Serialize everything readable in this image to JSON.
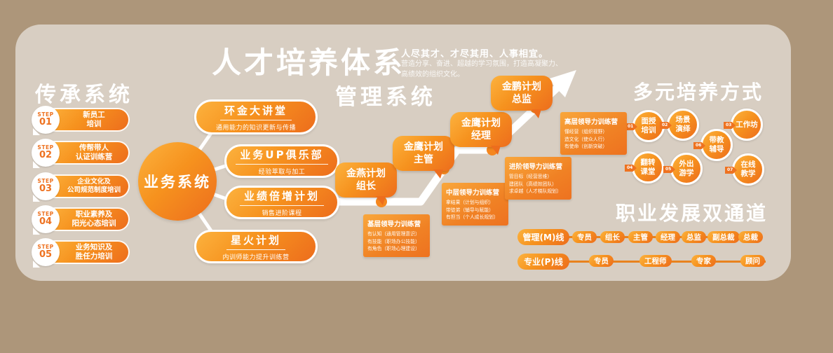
{
  "title": {
    "main": "人才培养体系",
    "tagline": "人尽其才、才尽其用、人事相宜。",
    "sub1": "营造分享、奋进、超越的学习氛围，打造高凝聚力、",
    "sub2": "高绩效的组织文化。"
  },
  "colors": {
    "background": "#ad967a",
    "panel": "#d8cec2",
    "orange_light": "#fcb23e",
    "orange_dark": "#ed6d1d",
    "text": "#ffffff"
  },
  "inheritance": {
    "heading": "传承系统",
    "steps": [
      {
        "step": "STEP",
        "num": "01",
        "line1": "新员工",
        "line2": "培训"
      },
      {
        "step": "STEP",
        "num": "02",
        "line1": "传帮带人",
        "line2": "认证训练营"
      },
      {
        "step": "STEP",
        "num": "03",
        "line1": "企业文化及",
        "line2": "公司规范制度培训"
      },
      {
        "step": "STEP",
        "num": "04",
        "line1": "职业素养及",
        "line2": "阳光心态培训"
      },
      {
        "step": "STEP",
        "num": "05",
        "line1": "业务知识及",
        "line2": "胜任力培训"
      }
    ]
  },
  "business": {
    "center": "业务系统",
    "branches": [
      {
        "title": "环金大讲堂",
        "desc": "通用能力的知识更新与传播"
      },
      {
        "title": "业务UP俱乐部",
        "desc": "经验萃取与加工"
      },
      {
        "title": "业绩倍增计划",
        "desc": "销售进阶课程"
      },
      {
        "title": "星火计划",
        "desc": "内训师能力提升训练营"
      }
    ]
  },
  "management": {
    "heading": "管理系统",
    "milestones": [
      {
        "line1": "金燕计划",
        "line2": "组长"
      },
      {
        "line1": "金鹰计划",
        "line2": "主管"
      },
      {
        "line1": "金鹰计划",
        "line2": "经理"
      },
      {
        "line1": "金鹏计划",
        "line2": "总监"
      }
    ],
    "camps": [
      {
        "title": "基层领导力训练营",
        "i1": "有认知（通用管理意识）",
        "i2": "有技能（职场办公技能）",
        "i3": "有角色（职场心理建设）"
      },
      {
        "title": "中层领导力训练营",
        "i1": "拿结果（计划与组织）",
        "i2": "带徒弟（辅导与赋能）",
        "i3": "有担当（个人成长规划）"
      },
      {
        "title": "进阶领导力训练营",
        "i1": "管目标（经营思维）",
        "i2": "建团队（高绩效团队）",
        "i3": "求卓越（人才梯队规划）"
      },
      {
        "title": "高层领导力训练营",
        "i1": "懂经营（组织视野）",
        "i2": "造文化（使众人行）",
        "i3": "有使命（创新突破）"
      }
    ]
  },
  "methods": {
    "heading": "多元培养方式",
    "items": [
      {
        "num": "01",
        "line1": "面授",
        "line2": "培训"
      },
      {
        "num": "02",
        "line1": "场景",
        "line2": "演绎"
      },
      {
        "num": "03",
        "line1": "工作坊",
        "line2": ""
      },
      {
        "num": "04",
        "line1": "翻转",
        "line2": "课堂"
      },
      {
        "num": "05",
        "line1": "外出",
        "line2": "游学"
      },
      {
        "num": "06",
        "line1": "带教",
        "line2": "辅导"
      },
      {
        "num": "07",
        "line1": "在线",
        "line2": "教学"
      }
    ]
  },
  "career": {
    "heading": "职业发展双通道",
    "m_label": "管理(M)线",
    "m_stages": [
      "专员",
      "组长",
      "主管",
      "经理",
      "总监",
      "副总裁",
      "总裁"
    ],
    "p_label": "专业(P)线",
    "p_stages": [
      "专员",
      "工程师",
      "专家",
      "顾问"
    ]
  }
}
